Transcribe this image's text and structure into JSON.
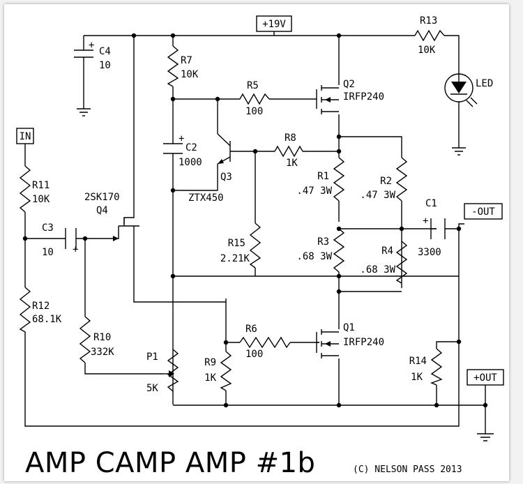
{
  "title": "AMP CAMP AMP #1b",
  "credit": "(C) NELSON PASS 2013",
  "ports": {
    "supply": "+19V",
    "input": "IN",
    "out_neg": "-OUT",
    "out_pos": "+OUT"
  },
  "components": {
    "C4": {
      "ref": "C4",
      "value": "10"
    },
    "R7": {
      "ref": "R7",
      "value": "10K"
    },
    "R5": {
      "ref": "R5",
      "value": "100"
    },
    "Q2": {
      "ref": "Q2",
      "value": "IRFP240"
    },
    "R13": {
      "ref": "R13",
      "value": "10K"
    },
    "LED": {
      "ref": "LED"
    },
    "C2": {
      "ref": "C2",
      "value": "1000"
    },
    "Q3": {
      "ref": "Q3",
      "value": "ZTX450"
    },
    "R8": {
      "ref": "R8",
      "value": "1K"
    },
    "R1": {
      "ref": "R1",
      "value": ".47 3W"
    },
    "R2": {
      "ref": "R2",
      "value": ".47 3W"
    },
    "C1": {
      "ref": "C1",
      "value": "3300"
    },
    "R11": {
      "ref": "R11",
      "value": "10K"
    },
    "Q4": {
      "ref": "Q4",
      "value": "2SK170"
    },
    "C3": {
      "ref": "C3",
      "value": "10"
    },
    "R15": {
      "ref": "R15",
      "value": "2.21K"
    },
    "R3": {
      "ref": "R3",
      "value": ".68 3W"
    },
    "R4": {
      "ref": "R4",
      "value": ".68 3W"
    },
    "R12": {
      "ref": "R12",
      "value": "68.1K"
    },
    "R10": {
      "ref": "R10",
      "value": "332K"
    },
    "R6": {
      "ref": "R6",
      "value": "100"
    },
    "Q1": {
      "ref": "Q1",
      "value": "IRFP240"
    },
    "P1": {
      "ref": "P1",
      "value": "5K"
    },
    "R9": {
      "ref": "R9",
      "value": "1K"
    },
    "R14": {
      "ref": "R14",
      "value": "1K"
    }
  }
}
